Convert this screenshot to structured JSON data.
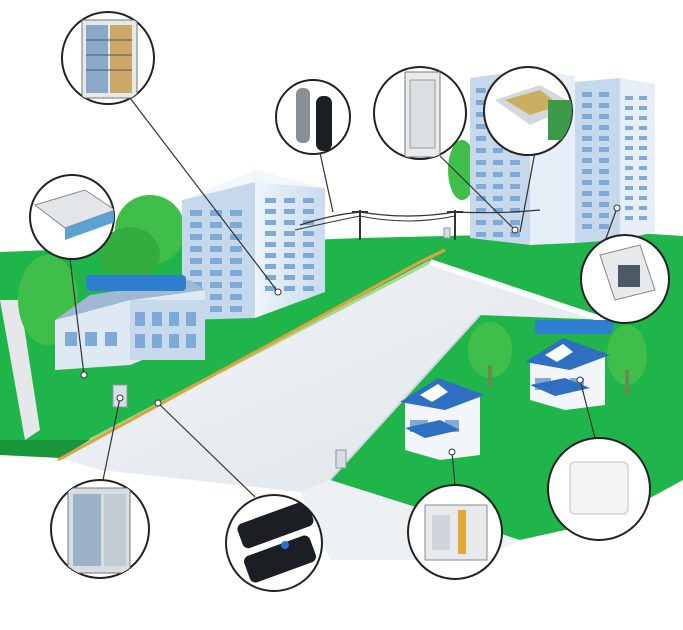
{
  "labels": {
    "left_building_tag": "",
    "right_houses_tag": ""
  },
  "colors": {
    "grass": "#20b54a",
    "grass_dark": "#17963b",
    "road": "#e6eaee",
    "road_edge": "#cfd6dc",
    "sidewalk_line": "#a8d88a",
    "conduit": "#d9a441",
    "building_light": "#dbe8f5",
    "building_shade": "#b9cfe6",
    "window": "#7fa9d6",
    "roof_blue": "#2f6fc1",
    "tag_blue": "#2f7fd0",
    "tree": "#3fbf4a",
    "callout_ring": "#222222"
  },
  "callouts": [
    {
      "id": "distribution-rack",
      "label": ""
    },
    {
      "id": "splice-closure-dome",
      "label": ""
    },
    {
      "id": "odf-cabinet",
      "label": ""
    },
    {
      "id": "fiber-splice-tray",
      "label": ""
    },
    {
      "id": "wall-mount-terminal-box",
      "label": ""
    },
    {
      "id": "outdoor-distribution-box",
      "label": ""
    },
    {
      "id": "patch-panel-drawer",
      "label": ""
    },
    {
      "id": "street-cabinet",
      "label": ""
    },
    {
      "id": "inline-splice-closure",
      "label": ""
    },
    {
      "id": "indoor-termination-box",
      "label": ""
    },
    {
      "id": "faceplate-socket",
      "label": ""
    }
  ]
}
